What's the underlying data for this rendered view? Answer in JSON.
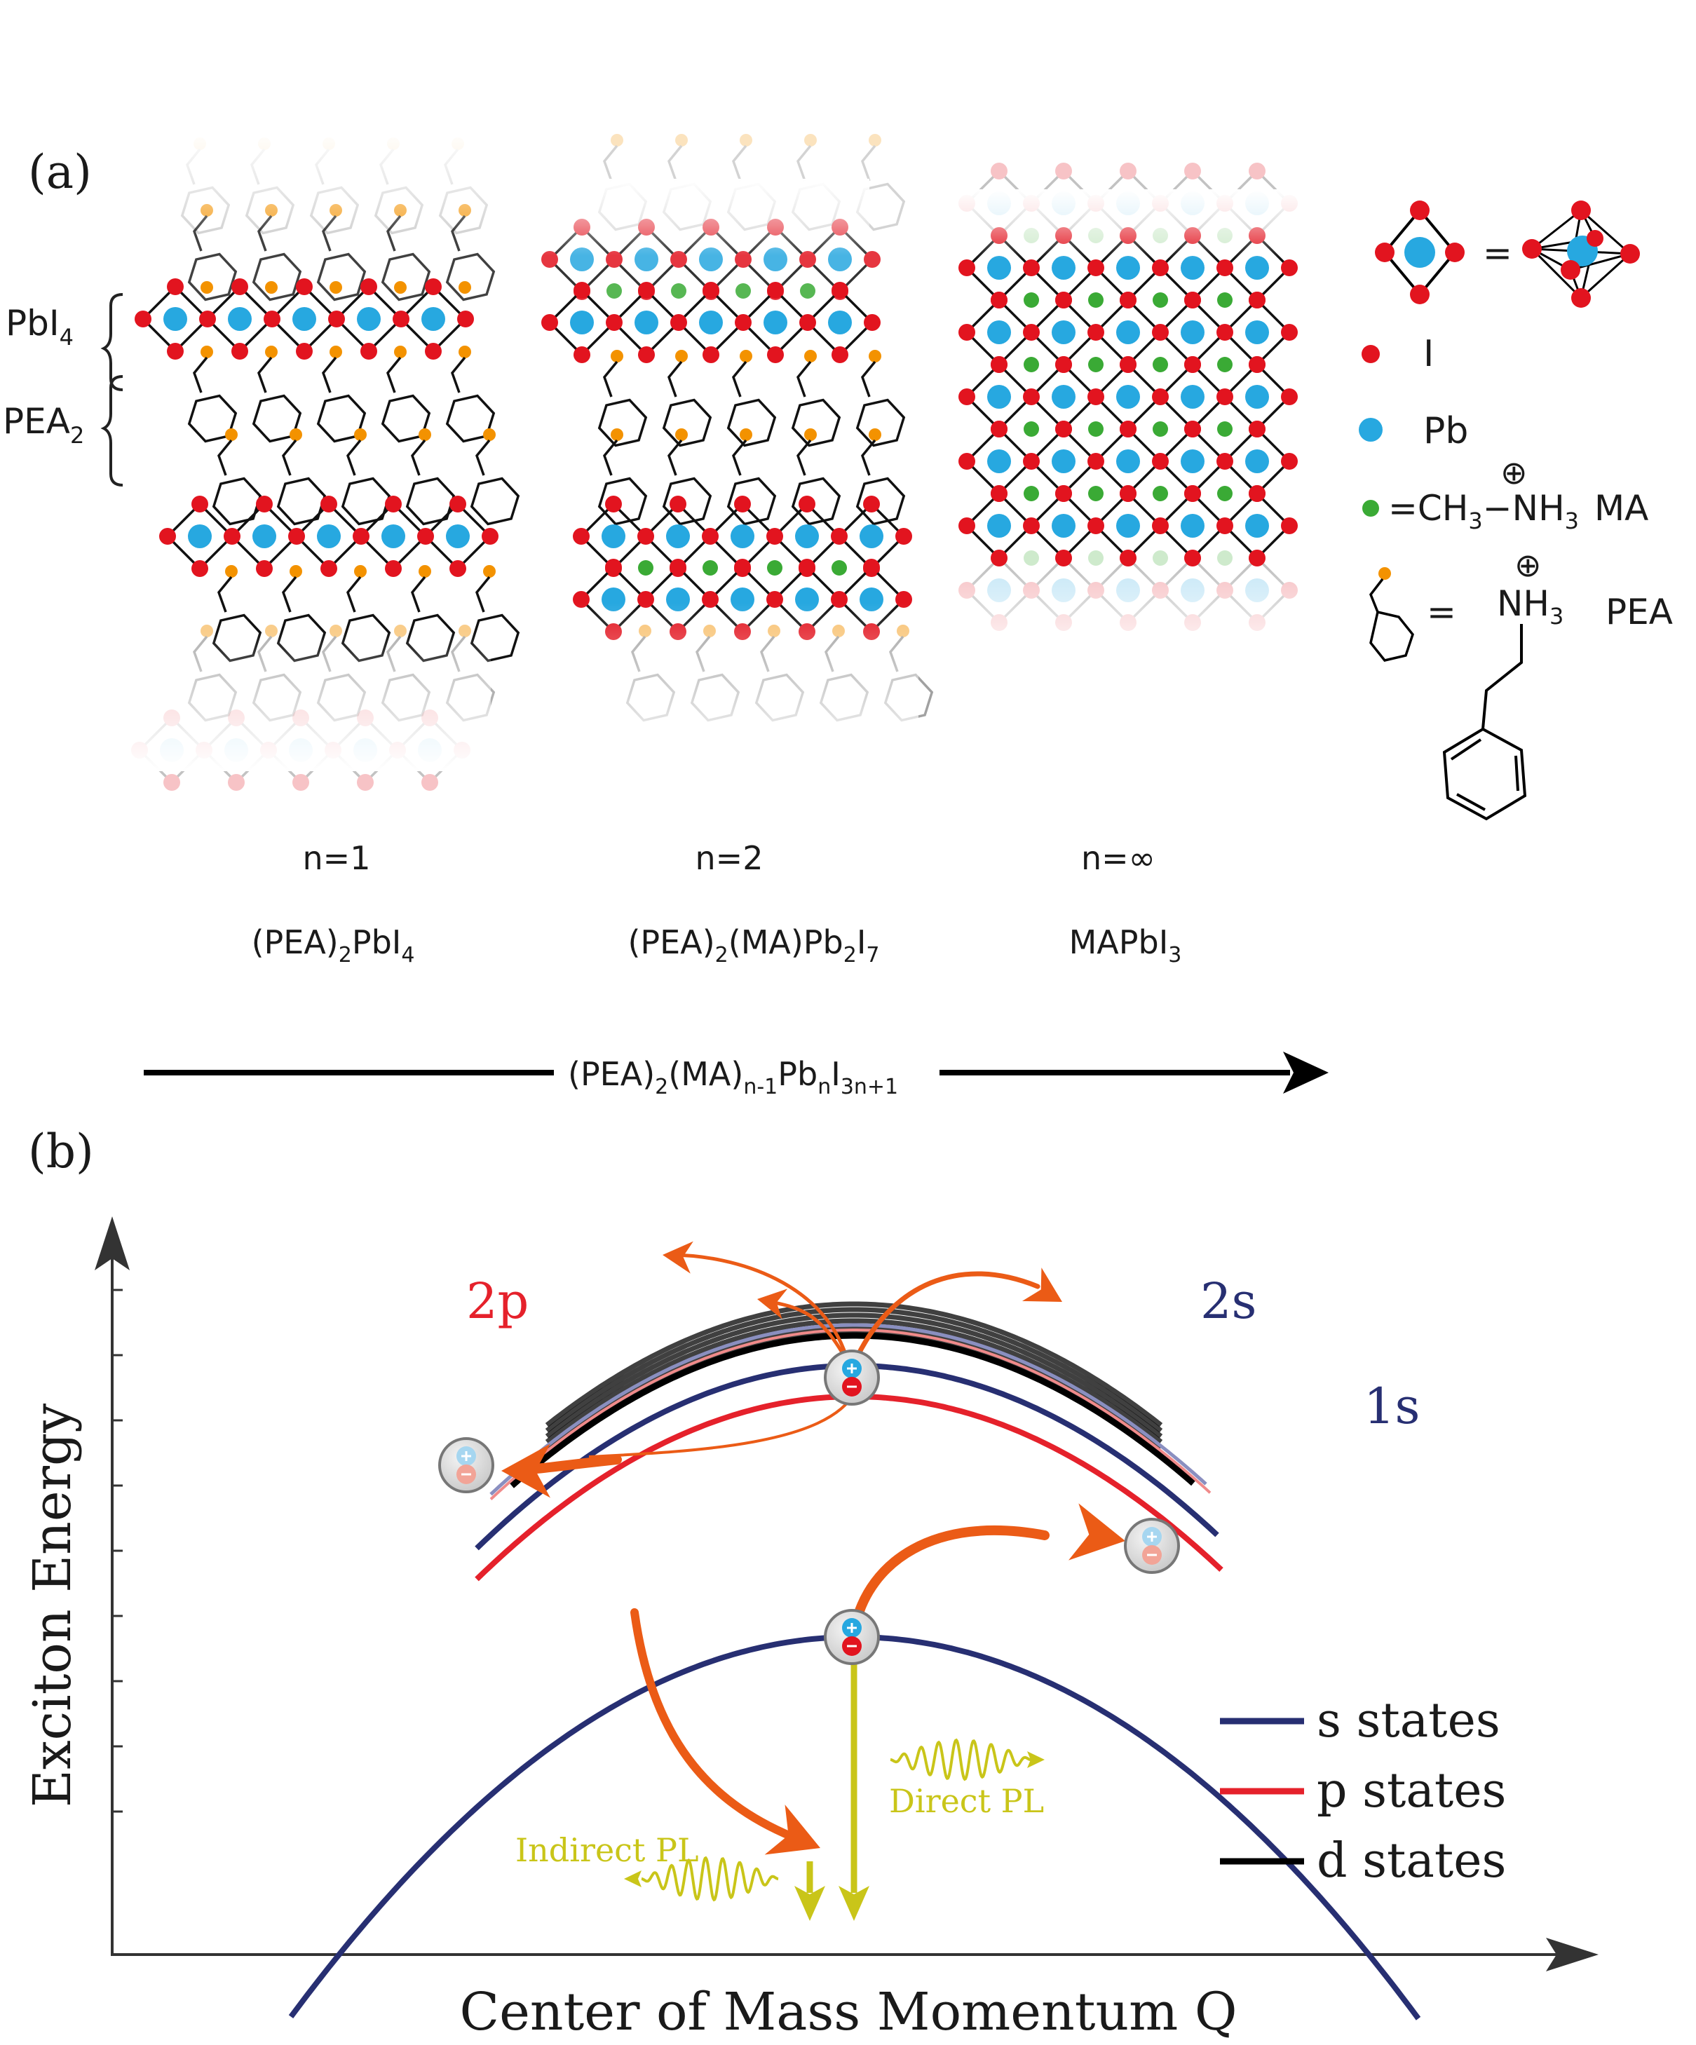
{
  "panel_a": {
    "label": "(a)",
    "bracket_pbi4": "PbI",
    "bracket_pbi4_sub": "4",
    "bracket_pea2": "PEA",
    "bracket_pea2_sub": "2",
    "structures": [
      {
        "n_label": "n=1",
        "formula_parts": [
          "(PEA)",
          "2",
          "PbI",
          "4"
        ]
      },
      {
        "n_label": "n=2",
        "formula_parts": [
          "(PEA)",
          "2",
          "(MA)Pb",
          "2",
          "I",
          "7"
        ]
      },
      {
        "n_label": "n=∞",
        "formula_parts": [
          "MAPbI",
          "3"
        ]
      }
    ],
    "legend": {
      "equals": "=",
      "iodide": "I",
      "lead": "Pb",
      "ma_prefix": "=CH",
      "ma_sub1": "3",
      "ma_mid": "−NH",
      "ma_sub2": "3",
      "ma_name": "MA",
      "plus": "⊕",
      "pea_equals": "=",
      "pea_nh": "NH",
      "pea_sub": "3",
      "pea_name": "PEA"
    },
    "series_arrow": {
      "parts": [
        "(PEA)",
        "2",
        "(MA)",
        "n-1",
        "Pb",
        "n",
        "I",
        "3n+1"
      ]
    }
  },
  "panel_b": {
    "label": "(b)",
    "y_axis_label": "Exciton Energy",
    "x_axis_label": "Center of Mass Momentum Q",
    "band_labels": {
      "p2": "2p",
      "s2": "2s",
      "s1": "1s"
    },
    "direct_pl": "Direct PL",
    "indirect_pl": "Indirect PL",
    "legend": [
      {
        "label": "s states",
        "color": "#272f72"
      },
      {
        "label": "p states",
        "color": "#e5212b"
      },
      {
        "label": "d states",
        "color": "#000000"
      }
    ],
    "colors": {
      "s": "#272f72",
      "p": "#e5212b",
      "d": "#000000",
      "scatter": "#eb5b16",
      "pl": "#c9c519",
      "iodide": "#e2141f",
      "lead": "#27a8e0",
      "ma": "#3aaa35",
      "pea": "#f39200"
    }
  }
}
